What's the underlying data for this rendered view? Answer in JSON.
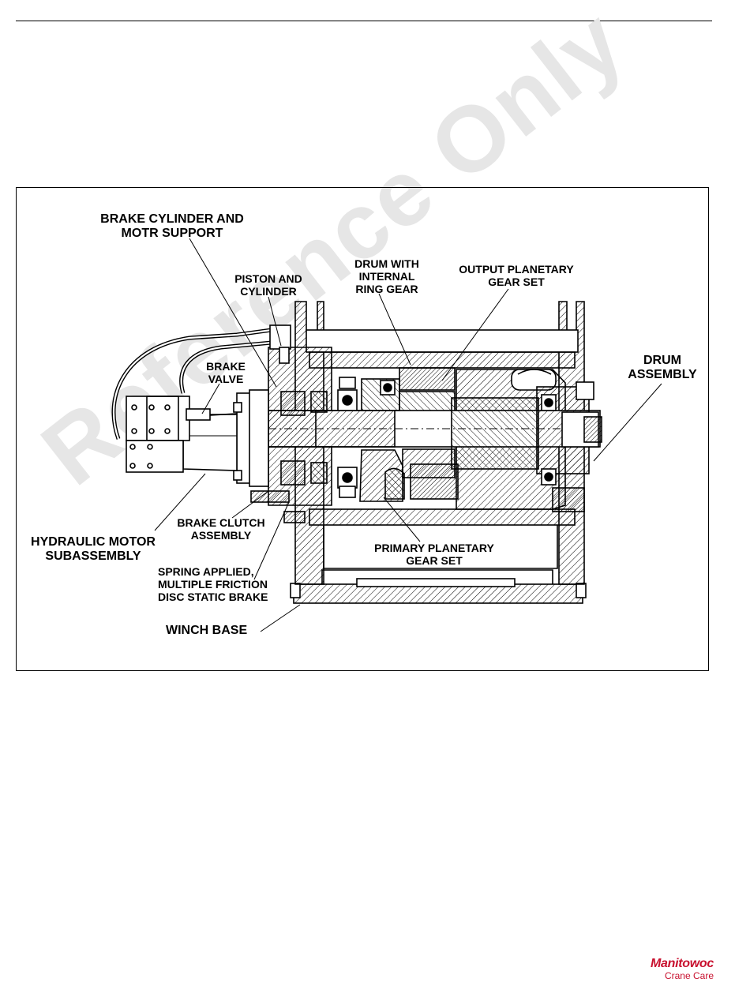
{
  "watermark": "Reference Only",
  "labels": {
    "brake_cylinder": "BRAKE CYLINDER AND\nMOTR SUPPORT",
    "piston_cylinder": "PISTON AND\nCYLINDER",
    "drum_internal_ring": "DRUM WITH\nINTERNAL\nRING GEAR",
    "output_planetary": "OUTPUT PLANETARY\nGEAR SET",
    "drum_assembly": "DRUM\nASSEMBLY",
    "brake_valve": "BRAKE\nVALVE",
    "hydraulic_motor": "HYDRAULIC MOTOR\nSUBASSEMBLY",
    "brake_clutch": "BRAKE CLUTCH\nASSEMBLY",
    "primary_planetary": "PRIMARY PLANETARY\nGEAR SET",
    "spring_applied": "SPRING APPLIED,\nMULTIPLE FRICTION\nDISC STATIC BRAKE",
    "winch_base": "WINCH BASE"
  },
  "logo": {
    "brand": "Manitowoc",
    "sub": "Crane Care",
    "color": "#c8102e"
  }
}
